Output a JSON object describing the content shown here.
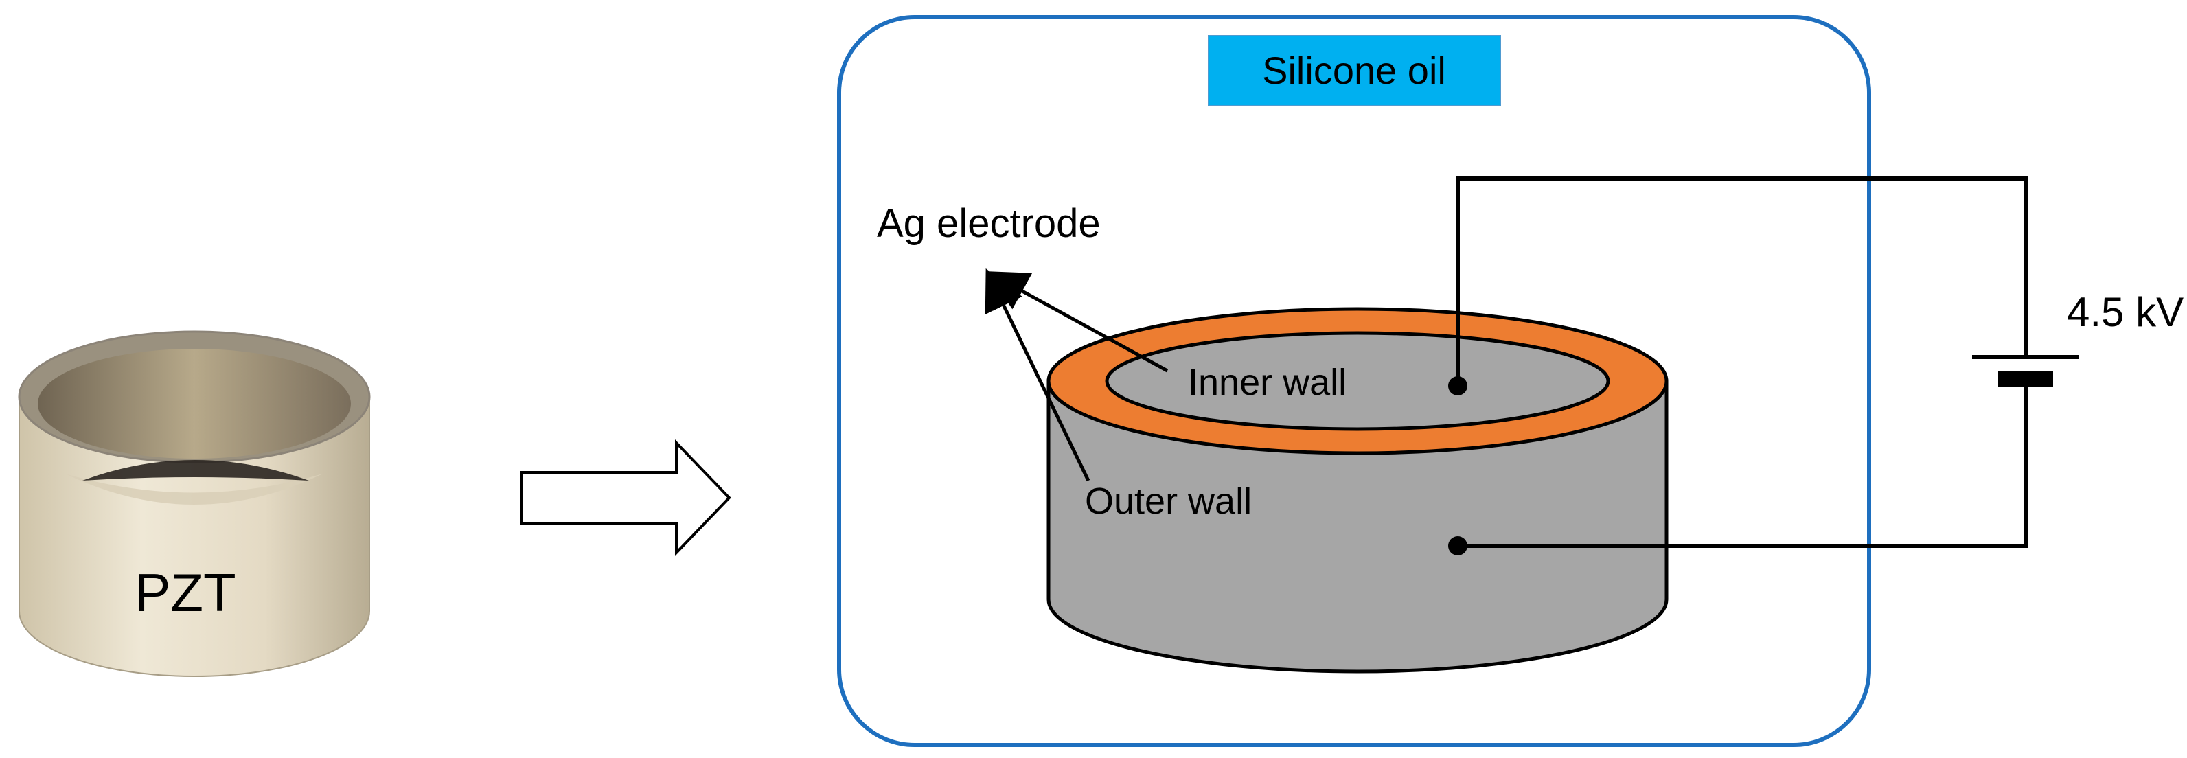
{
  "labels": {
    "pzt": "PZT",
    "silicone_oil": "Silicone oil",
    "ag_electrode": "Ag electrode",
    "inner_wall": "Inner wall",
    "outer_wall": "Outer wall",
    "voltage": "4.5 kV"
  },
  "colors": {
    "container_border": "#1e6fbf",
    "silicone_label_bg": "#00b0f0",
    "electrode_orange": "#ed7d31",
    "cylinder_gray": "#a6a6a6",
    "ring_ceramic_light": "#e8e0cc",
    "ring_ceramic_dark": "#8c8478"
  }
}
